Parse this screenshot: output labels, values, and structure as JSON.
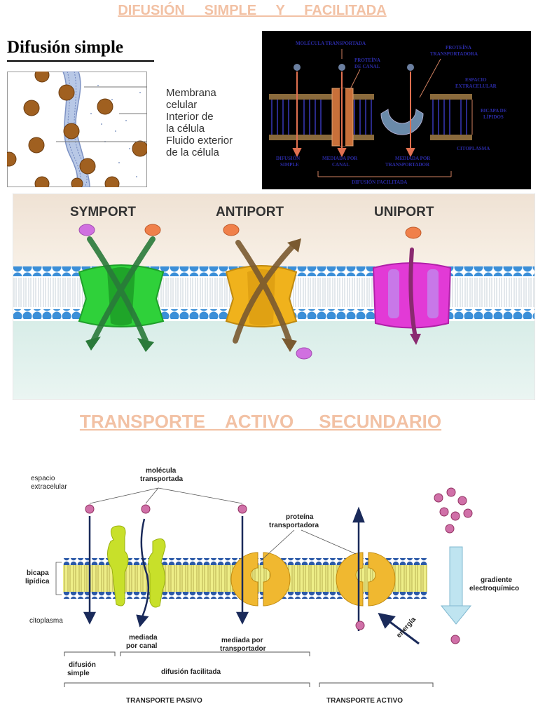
{
  "heading_top": "DIFUSIÓN     SIMPLE     Y     FACILITADA",
  "heading_bottom": "TRANSPORTE    ACTIVO     SECUNDARIO",
  "simple_panel": {
    "title": "Difusión simple",
    "labels": {
      "membrane": [
        "Membrana",
        "celular"
      ],
      "interior": [
        "Interior de",
        "la célula"
      ],
      "exterior": [
        "Fluido exterior",
        "de la célula"
      ]
    }
  },
  "dark_panel": {
    "molecule": "MOLÉCULA TRANSPORTADA",
    "channel_protein": [
      "PROTEÍNA",
      "DE CANAL"
    ],
    "carrier_protein": [
      "PROTEÍNA",
      "TRANSPORTADORA"
    ],
    "extracellular": [
      "ESPACIO",
      "EXTRACELULAR"
    ],
    "bilayer": [
      "BICAPA DE",
      "LÍPIDOS"
    ],
    "cytoplasm": "CITOPLASMA",
    "simple": [
      "DIFUSIÓN",
      "SIMPLE"
    ],
    "by_channel": [
      "MEDIADA POR",
      "CANAL"
    ],
    "by_carrier": [
      "MEDIADA POR",
      "TRANSPORTADOR"
    ],
    "facilitated": "DIFUSIÓN FACILITADA"
  },
  "ports": {
    "symport": "SYMPORT",
    "antiport": "ANTIPORT",
    "uniport": "UNIPORT"
  },
  "bottom": {
    "extracellular": [
      "espacio",
      "extracelular"
    ],
    "molecule": [
      "molécula",
      "transportada"
    ],
    "carrier_protein": [
      "proteína",
      "transportadora"
    ],
    "bilayer": [
      "bicapa",
      "lipídica"
    ],
    "cytoplasm": "citoplasma",
    "by_channel": [
      "mediada",
      "por canal"
    ],
    "by_carrier": [
      "mediada por",
      "transportador"
    ],
    "energy": "energía",
    "gradient": [
      "gradiente",
      "electroquímico"
    ],
    "simple_diffusion": [
      "difusión",
      "simple"
    ],
    "facilitated_diffusion": "difusión facilitada",
    "passive": "TRANSPORTE PASIVO",
    "active": "TRANSPORTE ACTIVO"
  },
  "colors": {
    "heading": "#f2c1a4",
    "dark_bg": "#000000",
    "dark_text": "#2b2ba6",
    "symport": "#2fd13a",
    "antiport": "#f0b21c",
    "uniport": "#e23ad6",
    "bead": "#a06020",
    "lipid_head": "#3b8fd8",
    "lipid_tail": "#e8e070"
  }
}
